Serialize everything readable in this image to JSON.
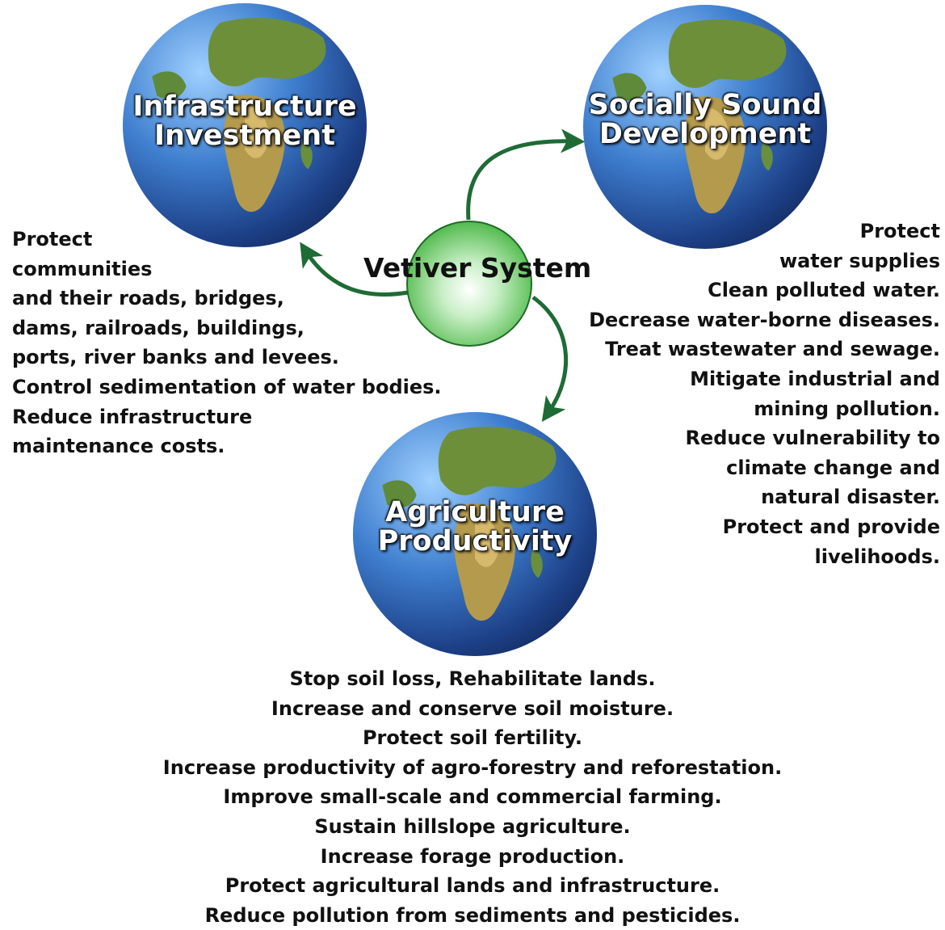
{
  "center": {
    "label": "Vetiver System"
  },
  "globes": {
    "infrastructure": {
      "line1": "Infrastructure",
      "line2": "Investment"
    },
    "social": {
      "line1": "Socially Sound",
      "line2": "Development"
    },
    "agriculture": {
      "line1": "Agriculture",
      "line2": "Productivity"
    }
  },
  "left_text": [
    "Protect",
    "communities",
    "and their roads, bridges,",
    "dams, railroads, buildings,",
    "ports, river banks and levees.",
    "Control sedimentation of water bodies.",
    "Reduce infrastructure",
    "maintenance costs."
  ],
  "right_text": [
    "Protect",
    "water supplies",
    "Clean polluted water.",
    "Decrease water-borne diseases.",
    "Treat wastewater and sewage.",
    "Mitigate industrial and",
    "mining pollution.",
    "Reduce vulnerability to",
    "climate change and",
    "natural disaster.",
    "Protect and provide",
    "livelihoods."
  ],
  "bottom_text": [
    "Stop soil loss, Rehabilitate lands.",
    "Increase and conserve soil moisture.",
    "Protect soil fertility.",
    "Increase productivity of agro-forestry and reforestation.",
    "Improve small-scale and commercial farming.",
    "Sustain hillslope agriculture.",
    "Increase forage production.",
    "Protect agricultural lands and infrastructure.",
    "Reduce pollution from sediments and pesticides."
  ],
  "colors": {
    "arrow": "#1e6b35",
    "node": "#5fc05a",
    "ocean": "#2a5fb0"
  }
}
